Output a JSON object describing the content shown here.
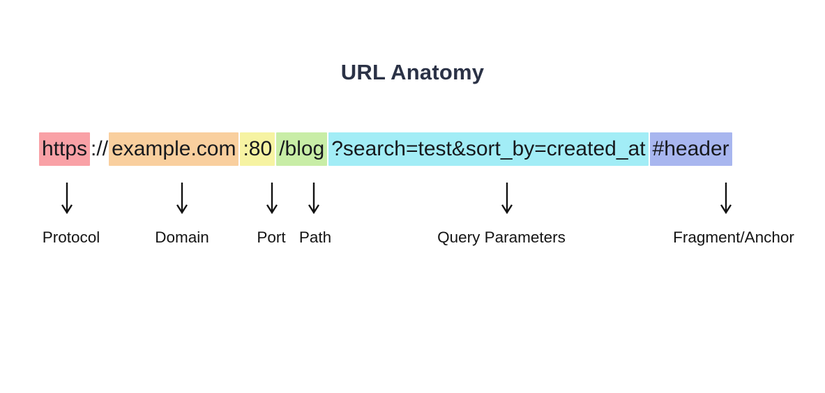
{
  "title": "URL Anatomy",
  "url": {
    "full": "https://example.com:80/blog?search=test&sort_by=created_at#header",
    "segments": [
      {
        "text": "https",
        "part": "protocol",
        "highlight": "#f9a1a6"
      },
      {
        "text": "://",
        "part": "separator",
        "highlight": null
      },
      {
        "text": "example.com",
        "part": "domain",
        "highlight": "#f9cf9e"
      },
      {
        "text": ":80",
        "part": "port",
        "highlight": "#f6f3a2"
      },
      {
        "text": "/blog",
        "part": "path",
        "highlight": "#c8eda6"
      },
      {
        "text": "?search=test&sort_by=created_at",
        "part": "query",
        "highlight": "#a2edf6"
      },
      {
        "text": "#header",
        "part": "fragment",
        "highlight": "#a8b6ef"
      }
    ]
  },
  "annotations": [
    {
      "label": "Protocol"
    },
    {
      "label": "Domain"
    },
    {
      "label": "Port"
    },
    {
      "label": "Path"
    },
    {
      "label": "Query Parameters"
    },
    {
      "label": "Fragment/Anchor"
    }
  ],
  "colors": {
    "title": "#2b3246",
    "url_text": "#17191d",
    "label_text": "#141414",
    "arrow": "#131313",
    "background": "#ffffff"
  }
}
